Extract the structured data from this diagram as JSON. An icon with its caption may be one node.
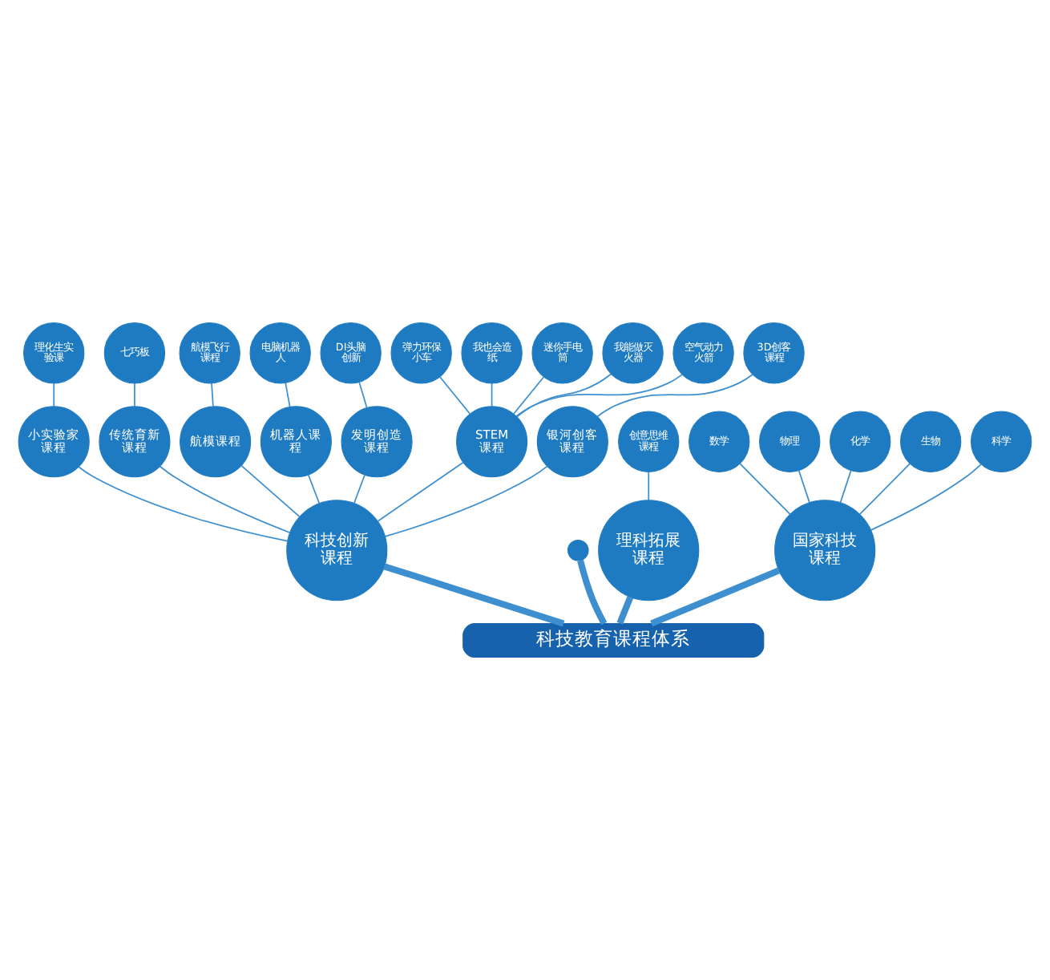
{
  "diagram": {
    "nodes": [
      {
        "text": [
          "科技教育课程体系"
        ]
      },
      {
        "text": [
          "科技创新课程"
        ]
      },
      {
        "text": [
          "理化生实验课"
        ]
      },
      {
        "text": [
          "小实验家课程"
        ]
      },
      {
        "text": [
          "七巧板"
        ]
      },
      {
        "text": [
          "航模飞行课程"
        ]
      },
      {
        "text": [
          "传统育新课程"
        ]
      },
      {
        "text": [
          "航模课程"
        ]
      },
      {
        "text": [
          "电脑机器人"
        ]
      },
      {
        "text": [
          "DI头脑创新"
        ]
      },
      {
        "text": [
          "机器人课程"
        ]
      },
      {
        "text": [
          "发明创造课程"
        ]
      },
      {
        "text": [
          "弹力环保小车"
        ]
      },
      {
        "text": [
          "3D创客课程"
        ]
      },
      {
        "text": [
          "我也会造纸"
        ]
      },
      {
        "text": [
          "STEM课程"
        ]
      },
      {
        "text": [
          "银河创客课程"
        ]
      },
      {
        "text": [
          "迷你手电筒"
        ]
      },
      {
        "text": [
          "数学"
        ]
      },
      {
        "text": [
          "物理"
        ]
      },
      {
        "text": [
          "我能做灭火器"
        ]
      },
      {
        "text": [
          "空气动力火箭"
        ]
      },
      {
        "text": [],
        "shape": "circle"
      },
      {
        "text": [
          "理科拓展课程"
        ]
      },
      {
        "text": [
          "化学"
        ]
      },
      {
        "text": [
          "国家科技课程"
        ]
      },
      {
        "text": [
          "创意思维课程"
        ]
      },
      {
        "text": [
          "生物"
        ]
      },
      {
        "text": [
          "科学"
        ]
      }
    ],
    "edges": [
      {
        "from": 0,
        "to": 1,
        "arrow": "none",
        "style": "thick"
      },
      {
        "from": 0,
        "to": 23,
        "arrow": "none",
        "style": "thick"
      },
      {
        "from": 0,
        "to": 25,
        "arrow": "none",
        "style": "thick"
      },
      {
        "from": 0,
        "to": 22,
        "arrow": "none",
        "style": "thick"
      },
      {
        "from": 1,
        "to": 3,
        "arrow": "none"
      },
      {
        "from": 1,
        "to": 6,
        "arrow": "none"
      },
      {
        "from": 1,
        "to": 7,
        "arrow": "none"
      },
      {
        "from": 1,
        "to": 10,
        "arrow": "none"
      },
      {
        "from": 1,
        "to": 11,
        "arrow": "none"
      },
      {
        "from": 1,
        "to": 15,
        "arrow": "none"
      },
      {
        "from": 1,
        "to": 16,
        "arrow": "none"
      },
      {
        "from": 3,
        "to": 2,
        "arrow": "none"
      },
      {
        "from": 6,
        "to": 4,
        "arrow": "none"
      },
      {
        "from": 7,
        "to": 5,
        "arrow": "none"
      },
      {
        "from": 10,
        "to": 8,
        "arrow": "none"
      },
      {
        "from": 11,
        "to": 9,
        "arrow": "none"
      },
      {
        "from": 16,
        "to": 13,
        "arrow": "none"
      },
      {
        "from": 15,
        "to": 12,
        "arrow": "none"
      },
      {
        "from": 15,
        "to": 14,
        "arrow": "none"
      },
      {
        "from": 15,
        "to": 17,
        "arrow": "none"
      },
      {
        "from": 15,
        "to": 20,
        "arrow": "none"
      },
      {
        "from": 15,
        "to": 21,
        "arrow": "none"
      },
      {
        "from": 23,
        "to": 26,
        "arrow": "none"
      },
      {
        "from": 25,
        "to": 18,
        "arrow": "none"
      },
      {
        "from": 25,
        "to": 19,
        "arrow": "none"
      },
      {
        "from": 25,
        "to": 24,
        "arrow": "none"
      },
      {
        "from": 25,
        "to": 27,
        "arrow": "none"
      },
      {
        "from": 25,
        "to": 28,
        "arrow": "none"
      }
    ]
  }
}
